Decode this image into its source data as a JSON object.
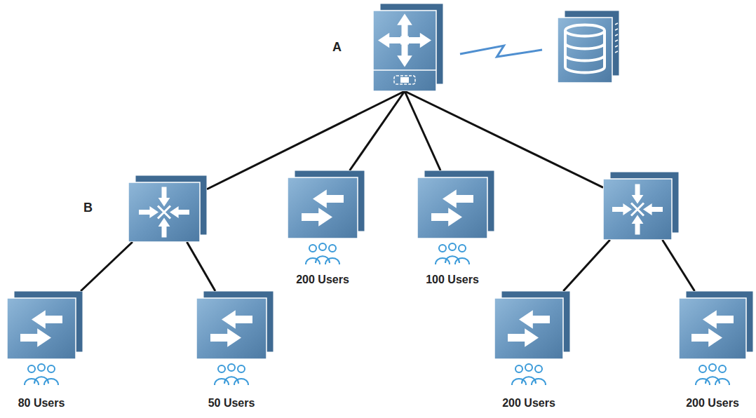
{
  "diagram": {
    "nodes": [
      {
        "text": [
          "A"
        ]
      },
      {
        "text": []
      },
      {
        "text": [
          "B"
        ]
      },
      {
        "text": [
          "200 Users"
        ]
      },
      {
        "text": [
          "100 Users"
        ]
      },
      {
        "text": []
      },
      {
        "text": [
          "80 Users"
        ]
      },
      {
        "text": [
          "50 Users"
        ]
      },
      {
        "text": [
          "200 Users"
        ]
      },
      {
        "text": [
          "200 Users"
        ]
      }
    ],
    "edges": [
      {
        "from": 0,
        "to": 1,
        "arrow": "none"
      },
      {
        "from": 0,
        "to": 2,
        "arrow": "none"
      },
      {
        "from": 0,
        "to": 3,
        "arrow": "none"
      },
      {
        "from": 0,
        "to": 4,
        "arrow": "none"
      },
      {
        "from": 0,
        "to": 5,
        "arrow": "none"
      },
      {
        "from": 2,
        "to": 6,
        "arrow": "none"
      },
      {
        "from": 2,
        "to": 7,
        "arrow": "none"
      },
      {
        "from": 5,
        "to": 8,
        "arrow": "none"
      },
      {
        "from": 5,
        "to": 9,
        "arrow": "none"
      }
    ]
  }
}
